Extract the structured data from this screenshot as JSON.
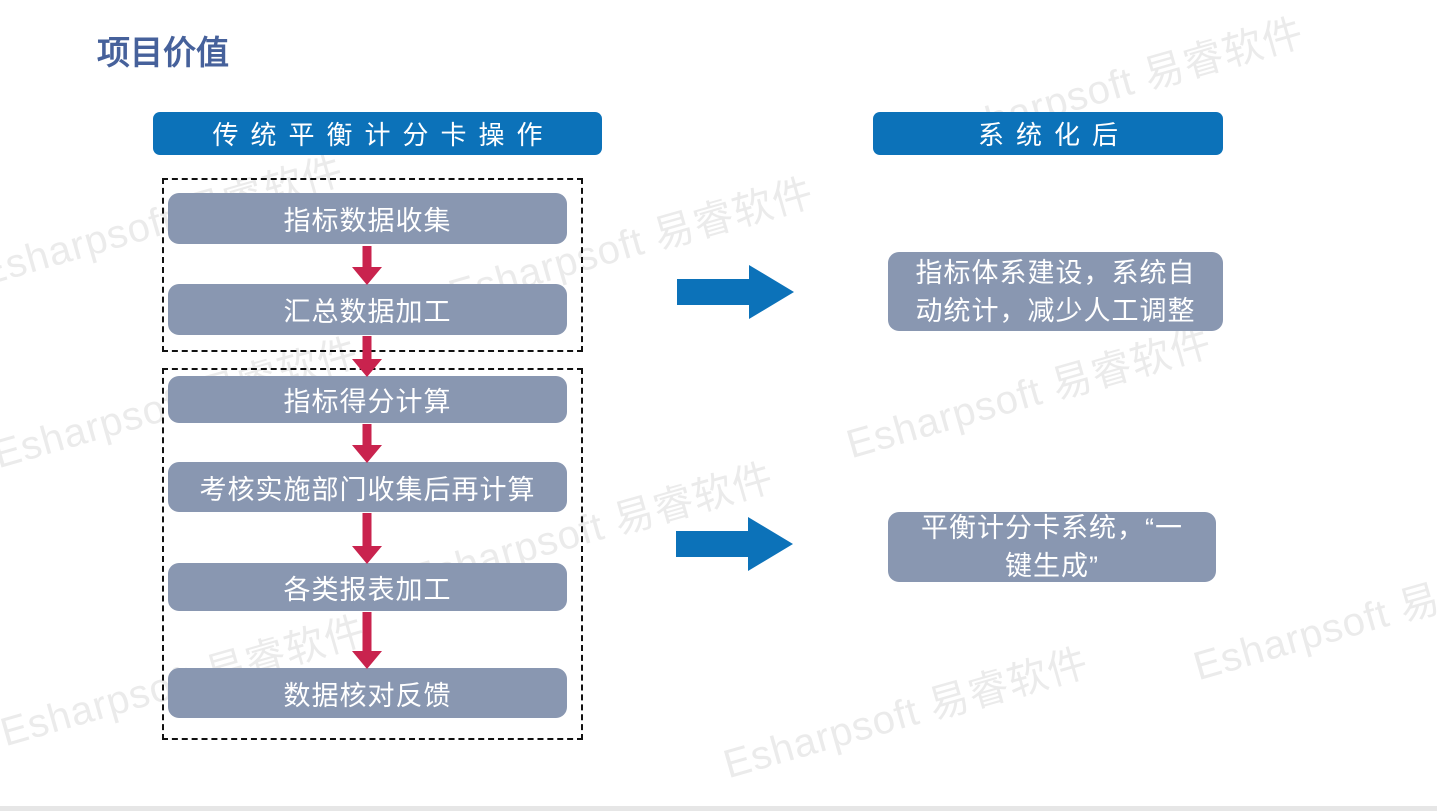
{
  "slide": {
    "title": "项目价值",
    "watermark_text": "Esharpsoft 易睿软件"
  },
  "colors": {
    "title_text": "#46619B",
    "header_bg": "#0C72B9",
    "step_box_bg": "#8997B1",
    "down_arrow": "#C9234E",
    "right_arrow": "#0C72B9",
    "watermark": "#EBEBEB",
    "group_border": "#111111",
    "bottom_bar": "#E6E6E6"
  },
  "left_column": {
    "header": "传统平衡计分卡操作",
    "groups": [
      {
        "steps": [
          "指标数据收集",
          "汇总数据加工"
        ]
      },
      {
        "steps": [
          "指标得分计算",
          "考核实施部门收集后再计算",
          "各类报表加工",
          "数据核对反馈"
        ]
      }
    ]
  },
  "right_column": {
    "header": "系统化后",
    "results": [
      "指标体系建设，系统自\n动统计，减少人工调整",
      "平衡计分卡系统，“一\n键生成”"
    ]
  }
}
